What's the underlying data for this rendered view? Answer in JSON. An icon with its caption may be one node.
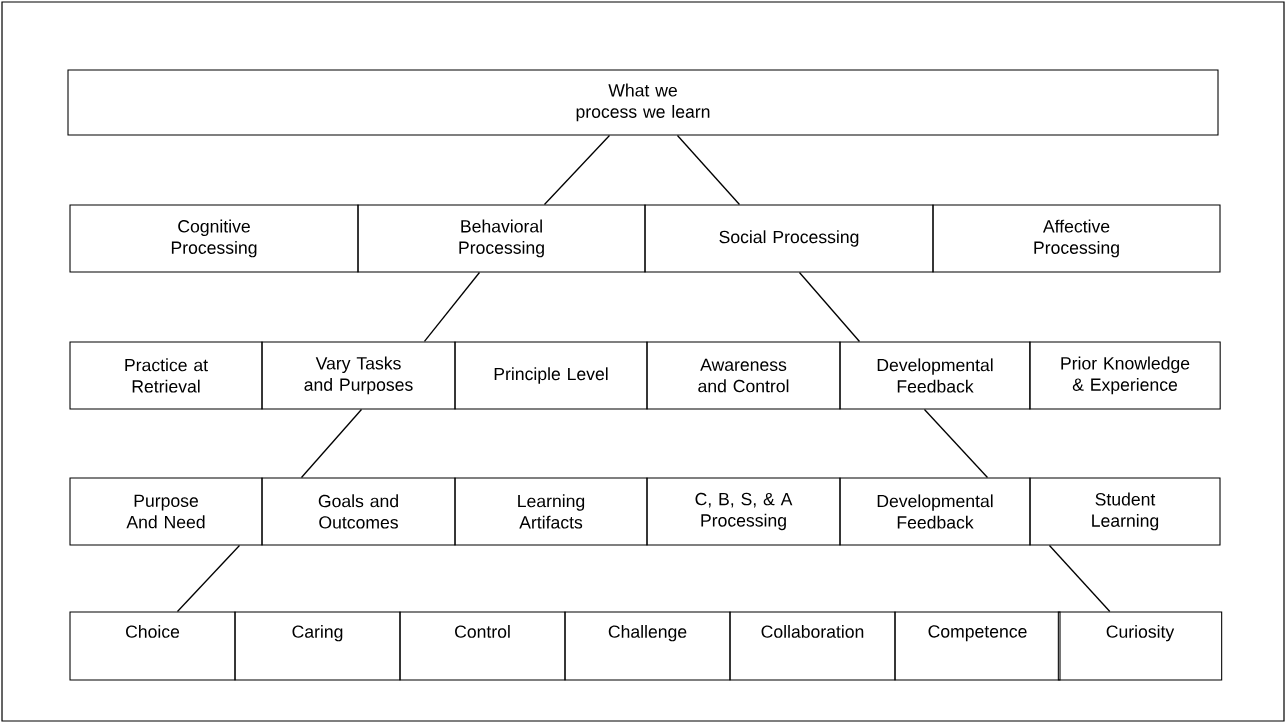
{
  "diagram": {
    "nodes": [
      {
        "text": [
          "What we process we learn"
        ]
      },
      {
        "text": [
          "Cognitive Processing"
        ]
      },
      {
        "text": [
          "Behavioral Processing"
        ]
      },
      {
        "text": [
          "Social Processing"
        ]
      },
      {
        "text": [
          "Affective Processing"
        ]
      },
      {
        "text": [
          "Practice at Retrieval"
        ]
      },
      {
        "text": [
          "Vary Tasks and Purposes"
        ]
      },
      {
        "text": [
          "Principle Level"
        ]
      },
      {
        "text": [
          "Awareness and Control"
        ]
      },
      {
        "text": [
          "Developmental Feedback"
        ]
      },
      {
        "text": [
          "Prior Knowledge & Experience"
        ]
      },
      {
        "text": [
          "Purpose And Need"
        ]
      },
      {
        "text": [
          "Goals and Outcomes"
        ]
      },
      {
        "text": [
          "Learning Artifacts"
        ]
      },
      {
        "text": [
          "C, B, S, & A Processing"
        ]
      },
      {
        "text": [
          "Developmental Feedback"
        ]
      },
      {
        "text": [
          "Student Learning"
        ]
      },
      {
        "text": [
          "Choice"
        ]
      },
      {
        "text": [
          "Caring"
        ]
      },
      {
        "text": [
          "Control"
        ]
      },
      {
        "text": [
          "Challenge"
        ]
      },
      {
        "text": [
          "Collaboration"
        ]
      },
      {
        "text": [
          "Competence"
        ]
      },
      {
        "text": [
          "Curiosity"
        ]
      }
    ],
    "edges": [
      {
        "from": 0,
        "to": 2,
        "arrow": "none"
      },
      {
        "from": 0,
        "to": 3,
        "arrow": "none"
      },
      {
        "from": 2,
        "to": 6,
        "arrow": "none"
      },
      {
        "from": 3,
        "to": 9,
        "arrow": "none"
      },
      {
        "from": 6,
        "to": 12,
        "arrow": "none"
      },
      {
        "from": 9,
        "to": 15,
        "arrow": "none"
      },
      {
        "from": 11,
        "to": 17,
        "arrow": "none"
      },
      {
        "from": 16,
        "to": 23,
        "arrow": "none"
      }
    ]
  }
}
